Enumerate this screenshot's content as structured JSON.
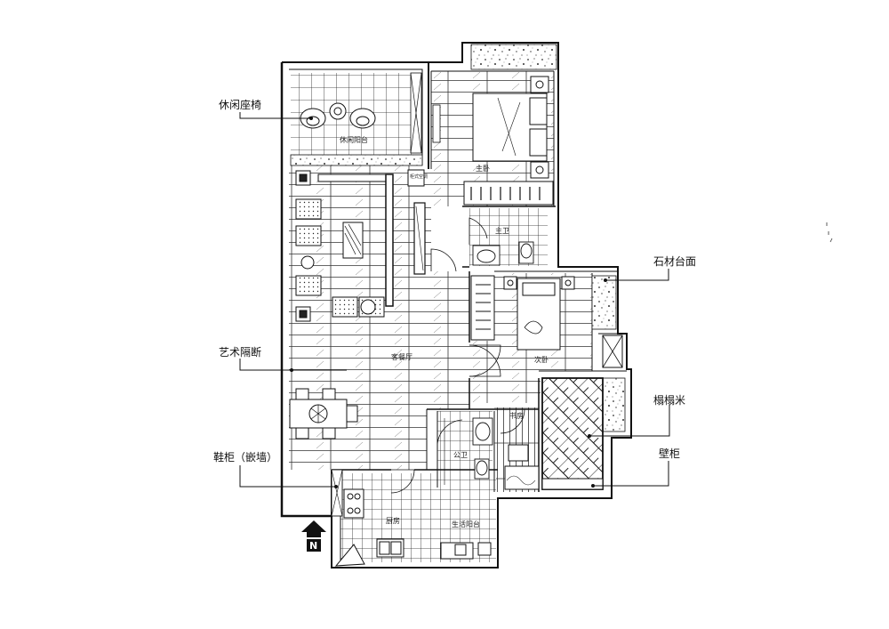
{
  "callouts": {
    "leisure_chair": "休闲座椅",
    "art_partition": "艺术隔断",
    "shoe_cabinet": "鞋柜（嵌墙）",
    "stone_countertop": "石材台面",
    "tatami": "榻榻米",
    "wall_cabinet": "壁柜"
  },
  "rooms": {
    "leisure_balcony": "休闲阳台",
    "master_bedroom": "主卧",
    "master_bath": "主卫",
    "second_bedroom": "次卧",
    "living_dining": "客餐厅",
    "study": "书房",
    "guest_bath": "公卫",
    "kitchen": "厨房",
    "service_balcony": "生活阳台",
    "cabinet_label": "柜式空调"
  },
  "compass": {
    "label": "N"
  }
}
